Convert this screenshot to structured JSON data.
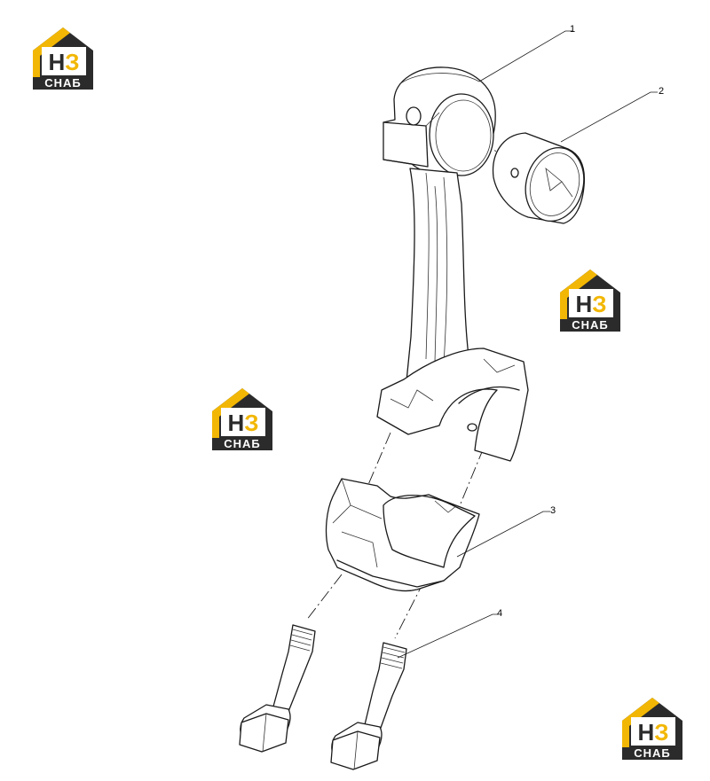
{
  "callouts": [
    {
      "id": "1",
      "label": "1"
    },
    {
      "id": "2",
      "label": "2"
    },
    {
      "id": "3",
      "label": "3"
    },
    {
      "id": "4",
      "label": "4"
    }
  ],
  "watermark": {
    "text_main": "НЗ",
    "text_sub": "СНАБ",
    "color_yellow": "#f2b705",
    "color_dark": "#2b2b2b"
  }
}
